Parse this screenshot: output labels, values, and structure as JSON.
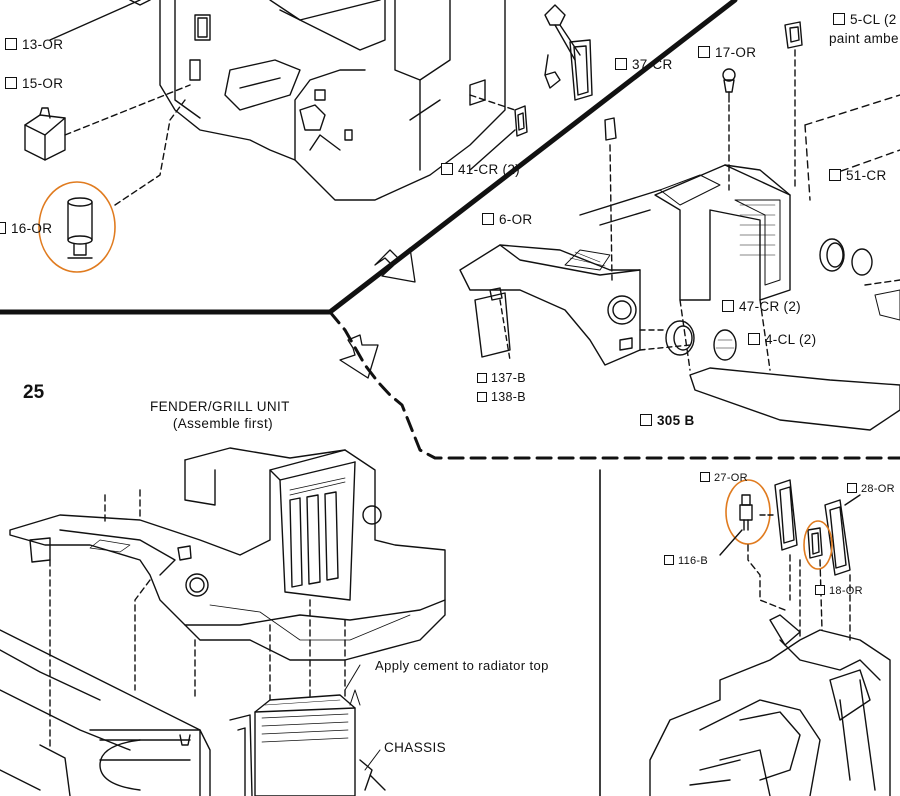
{
  "step_number": "25",
  "colors": {
    "ink": "#111111",
    "highlight": "#e07b1f",
    "paper": "#ffffff"
  },
  "parts": {
    "p13": {
      "label": "13-OR"
    },
    "p15": {
      "label": "15-OR"
    },
    "p16": {
      "label": "16-OR"
    },
    "p37": {
      "label": "37-CR"
    },
    "p41": {
      "label": "41-CR (2)"
    },
    "p17": {
      "label": "17-OR"
    },
    "p5": {
      "label": "5-CL (2",
      "note": "paint ambe"
    },
    "p51": {
      "label": "51-CR"
    },
    "p6": {
      "label": "6-OR"
    },
    "p47": {
      "label": "47-CR (2)"
    },
    "p4": {
      "label": "4-CL (2)"
    },
    "p137": {
      "label": "137-B"
    },
    "p138": {
      "label": "138-B"
    },
    "p305": {
      "label": "305 B"
    },
    "p27": {
      "label": "27-OR"
    },
    "p28": {
      "label": "28-OR"
    },
    "p116": {
      "label": "116-B"
    },
    "p18": {
      "label": "18-OR"
    }
  },
  "captions": {
    "fender_title": "FENDER/GRILL UNIT",
    "fender_sub": "(Assemble first)",
    "cement_note": "Apply cement to radiator top",
    "chassis": "CHASSIS"
  }
}
